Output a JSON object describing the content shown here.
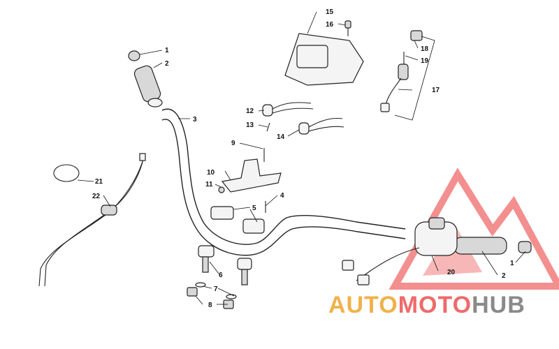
{
  "callouts": [
    {
      "num": "1"
    },
    {
      "num": "2"
    },
    {
      "num": "3"
    },
    {
      "num": "4"
    },
    {
      "num": "5"
    },
    {
      "num": "6"
    },
    {
      "num": "7"
    },
    {
      "num": "8"
    },
    {
      "num": "9"
    },
    {
      "num": "10"
    },
    {
      "num": "11"
    },
    {
      "num": "12"
    },
    {
      "num": "13"
    },
    {
      "num": "14"
    },
    {
      "num": "15"
    },
    {
      "num": "16"
    },
    {
      "num": "17"
    },
    {
      "num": "18"
    },
    {
      "num": "19"
    },
    {
      "num": "20"
    },
    {
      "num": "21"
    },
    {
      "num": "22"
    },
    {
      "num": "1"
    },
    {
      "num": "2"
    }
  ],
  "watermark": {
    "part1": "AUTO",
    "part2": "MOTO",
    "part3": "HUB",
    "color_orange": "#f0b24a",
    "color_red": "#ef6a6a",
    "color_gray": "#8a8a8a"
  }
}
